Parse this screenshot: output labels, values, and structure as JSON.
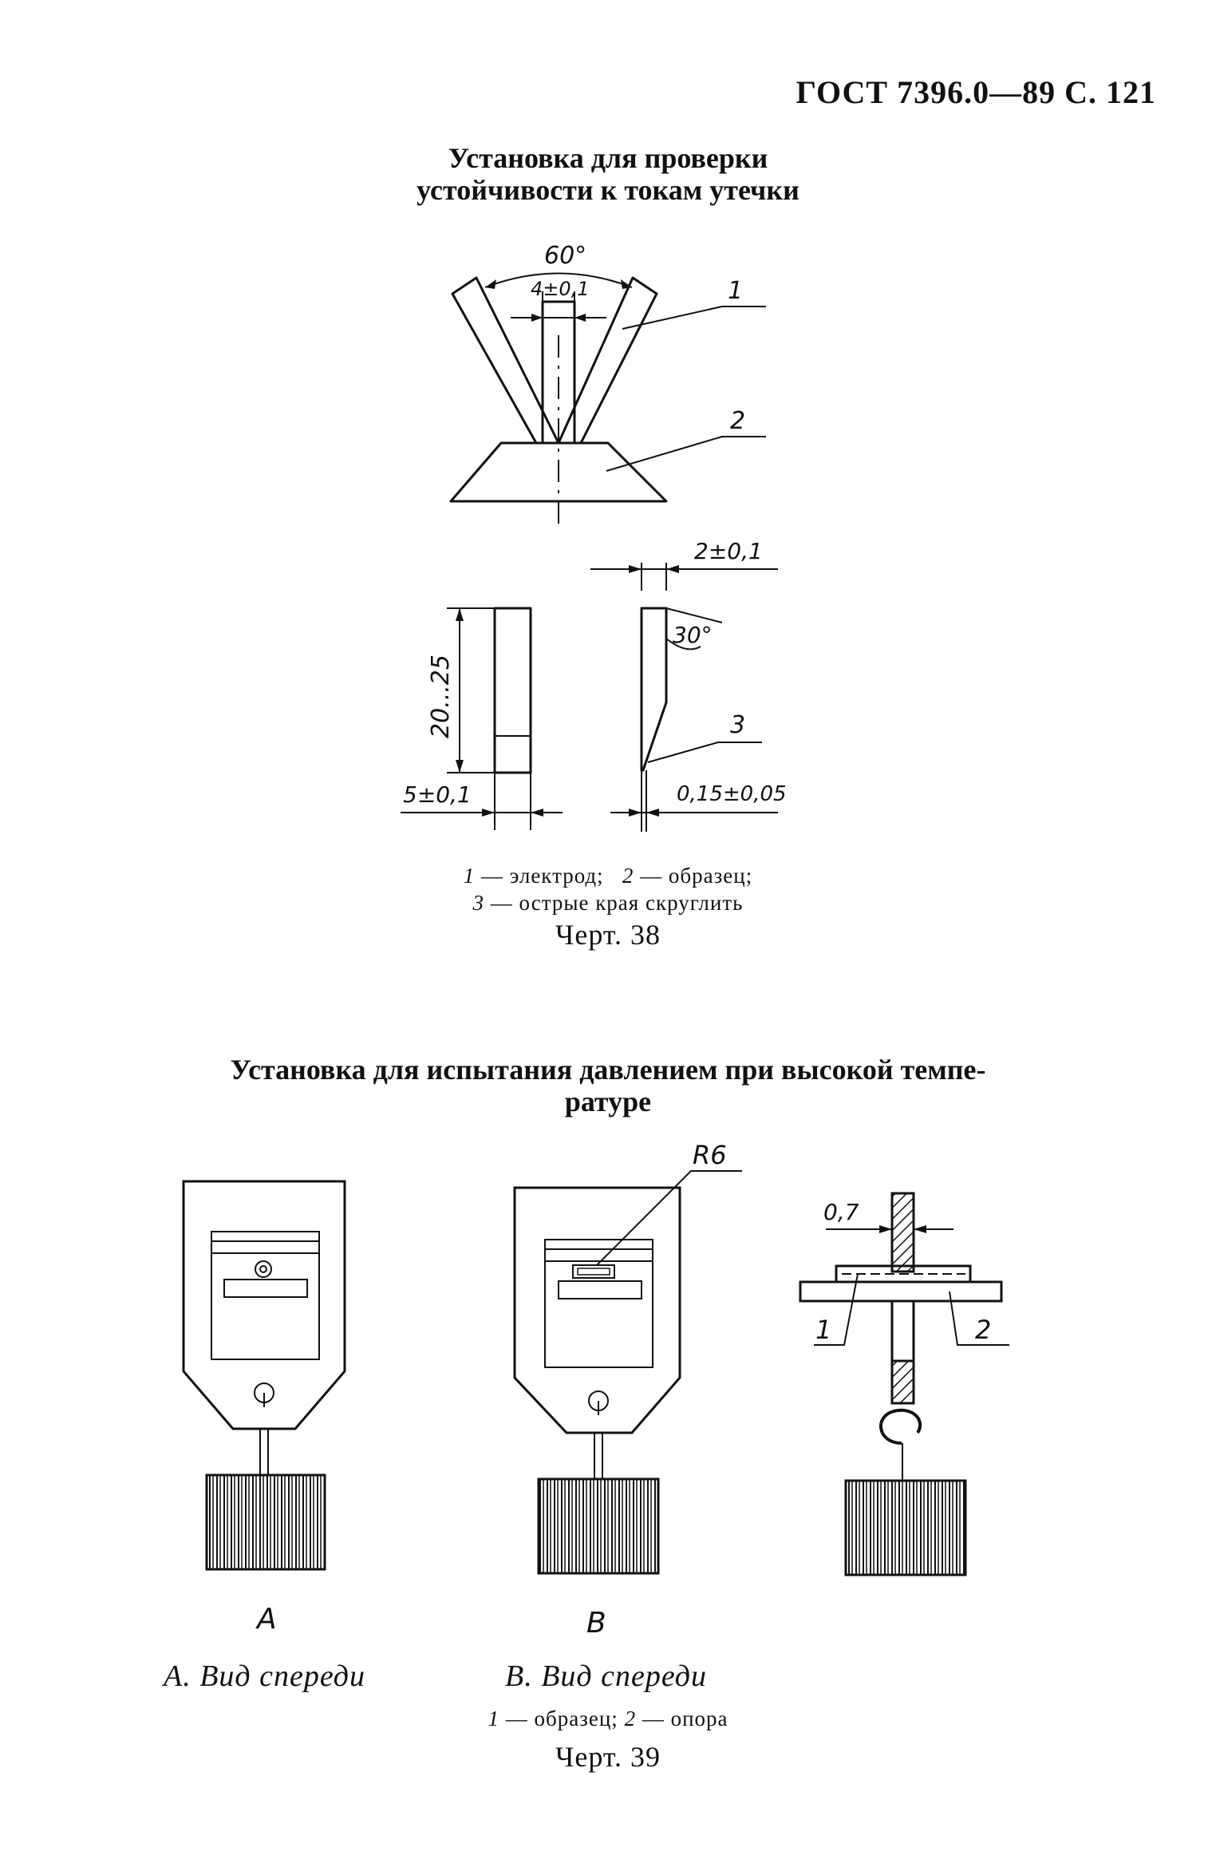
{
  "header": "ГОСТ 7396.0—89 С. 121",
  "fig38": {
    "title_line1": "Установка для проверки",
    "title_line2": "устойчивости к токам утечки",
    "dims": {
      "angle60": "60°",
      "gap": "4±0,1",
      "height": "20...25",
      "width": "5±0,1",
      "thickness": "2±0,1",
      "angle30": "30°",
      "edge": "0,15±0,05"
    },
    "labels": [
      "1",
      "2",
      "3"
    ],
    "legend_line1": {
      "n1": "1",
      "t1": "— электрод;",
      "n2": "2",
      "t2": "— образец;"
    },
    "legend_line2": {
      "n3": "3",
      "t3": "— острые края скруглить"
    },
    "caption": "Черт. 38"
  },
  "fig39": {
    "title_line1": "Установка для  испытания давлением при высокой темпе-",
    "title_line2": "ратуре",
    "dims": {
      "radius": "R6",
      "thickness": "0,7"
    },
    "labels": [
      "1",
      "2"
    ],
    "view_letter_a": "A",
    "view_letter_b": "B",
    "view_a": "A. Вид спереди",
    "view_b": "B. Вид спереди",
    "legend": {
      "n1": "1",
      "t1": "— образец;",
      "n2": "2",
      "t2": "— опора"
    },
    "caption": "Черт. 39"
  }
}
